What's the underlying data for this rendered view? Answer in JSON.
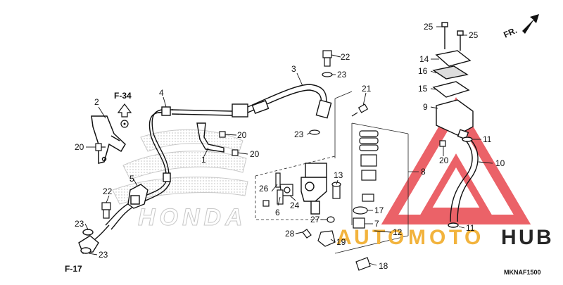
{
  "diagram": {
    "callouts": [
      {
        "id": "c1",
        "text": "1"
      },
      {
        "id": "c2",
        "text": "2"
      },
      {
        "id": "c3",
        "text": "3"
      },
      {
        "id": "c4",
        "text": "4"
      },
      {
        "id": "c5",
        "text": "5"
      },
      {
        "id": "c6",
        "text": "6"
      },
      {
        "id": "c7",
        "text": "7"
      },
      {
        "id": "c8",
        "text": "8"
      },
      {
        "id": "c9",
        "text": "9"
      },
      {
        "id": "c10",
        "text": "10"
      },
      {
        "id": "c11a",
        "text": "11"
      },
      {
        "id": "c11b",
        "text": "11"
      },
      {
        "id": "c12",
        "text": "12"
      },
      {
        "id": "c13",
        "text": "13"
      },
      {
        "id": "c14",
        "text": "14"
      },
      {
        "id": "c15",
        "text": "15"
      },
      {
        "id": "c16",
        "text": "16"
      },
      {
        "id": "c17",
        "text": "17"
      },
      {
        "id": "c18",
        "text": "18"
      },
      {
        "id": "c19",
        "text": "19"
      },
      {
        "id": "c20a",
        "text": "20"
      },
      {
        "id": "c20b",
        "text": "20"
      },
      {
        "id": "c20c",
        "text": "20"
      },
      {
        "id": "c20d",
        "text": "20"
      },
      {
        "id": "c21",
        "text": "21"
      },
      {
        "id": "c22a",
        "text": "22"
      },
      {
        "id": "c22b",
        "text": "22"
      },
      {
        "id": "c23a",
        "text": "23"
      },
      {
        "id": "c23b",
        "text": "23"
      },
      {
        "id": "c23c",
        "text": "23"
      },
      {
        "id": "c23d",
        "text": "23"
      },
      {
        "id": "c24",
        "text": "24"
      },
      {
        "id": "c25a",
        "text": "25"
      },
      {
        "id": "c25b",
        "text": "25"
      },
      {
        "id": "c26",
        "text": "26"
      },
      {
        "id": "c27",
        "text": "27"
      },
      {
        "id": "c28",
        "text": "28"
      }
    ],
    "refs": {
      "f34": "F-34",
      "f17": "F-17",
      "front": "FR."
    },
    "diagram_code": "MKNAF1500",
    "watermark": {
      "brand": "AUTOMOTOHUB",
      "letters": [
        "A",
        "U",
        "T",
        "O",
        "M",
        "O",
        "T",
        "O",
        "H",
        "U",
        "B"
      ],
      "honda": "HONDA"
    },
    "colors": {
      "ink": "#111111",
      "watermark_red": "#e8464e",
      "watermark_orange": "#f2b33d",
      "watermark_dark": "#262626",
      "logo_gray": "#c8c8c8"
    }
  }
}
